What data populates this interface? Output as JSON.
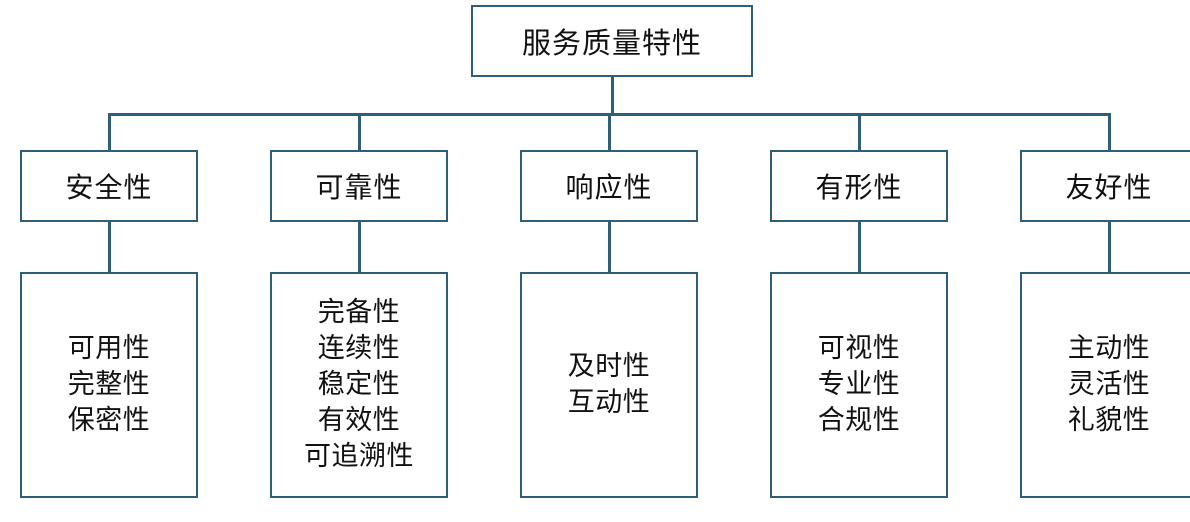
{
  "diagram": {
    "root": {
      "label": "服务质量特性"
    },
    "categories": [
      {
        "label": "安全性",
        "details": [
          "可用性",
          "完整性",
          "保密性"
        ]
      },
      {
        "label": "可靠性",
        "details": [
          "完备性",
          "连续性",
          "稳定性",
          "有效性",
          "可追溯性"
        ]
      },
      {
        "label": "响应性",
        "details": [
          "及时性",
          "互动性"
        ]
      },
      {
        "label": "有形性",
        "details": [
          "可视性",
          "专业性",
          "合规性"
        ]
      },
      {
        "label": "友好性",
        "details": [
          "主动性",
          "灵活性",
          "礼貌性"
        ]
      }
    ]
  },
  "colors": {
    "line": "#2f5f78",
    "text": "#111111",
    "background": "#ffffff"
  }
}
